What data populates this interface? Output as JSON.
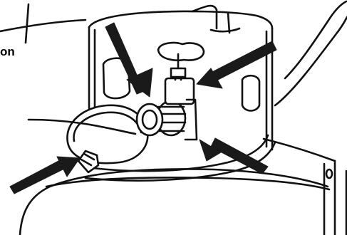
{
  "illustration": {
    "subject": "propane-tank-valve-hose-connection",
    "partial_label": "on",
    "colors": {
      "line": "#111111",
      "arrow": "#1a1a1a",
      "background": "#ffffff"
    },
    "arrow_count": 4
  }
}
